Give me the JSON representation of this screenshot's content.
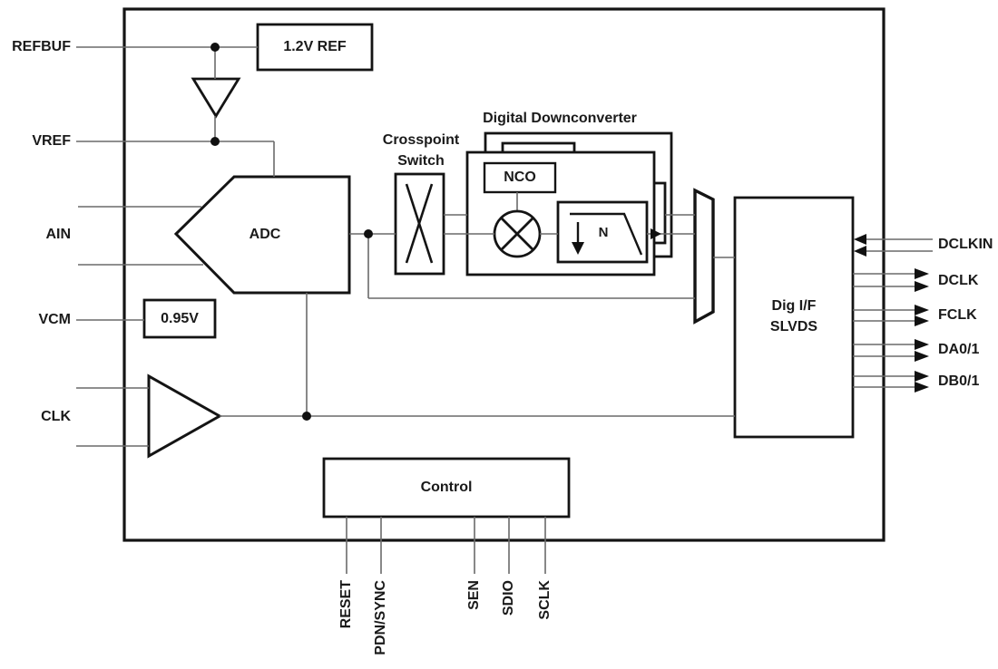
{
  "title": "ADC functional block diagram",
  "colors": {
    "background": "#ffffff",
    "block_stroke": "#141414",
    "wire": "#6a6a6a",
    "text": "#1a1a1a",
    "arrow_fill": "#111111"
  },
  "pins": {
    "left": [
      {
        "label": "REFBUF"
      },
      {
        "label": "VREF"
      },
      {
        "label": "AIN"
      },
      {
        "label": "VCM"
      },
      {
        "label": "CLK"
      }
    ],
    "right": [
      {
        "label": "DCLKIN",
        "direction": "input"
      },
      {
        "label": "DCLK",
        "direction": "output"
      },
      {
        "label": "FCLK",
        "direction": "output"
      },
      {
        "label": "DA0/1",
        "direction": "output"
      },
      {
        "label": "DB0/1",
        "direction": "output"
      }
    ],
    "bottom": [
      {
        "label": "RESET"
      },
      {
        "label": "PDN/SYNC"
      },
      {
        "label": "SEN"
      },
      {
        "label": "SDIO"
      },
      {
        "label": "SCLK"
      }
    ]
  },
  "blocks": {
    "ref_1v2": "1.2V REF",
    "adc": "ADC",
    "vcm_0v95": "0.95V",
    "crosspoint_line1": "Crosspoint",
    "crosspoint_line2": "Switch",
    "ddc_title": "Digital Downconverter",
    "nco": "NCO",
    "decimation_factor": "N",
    "dig_if_line1": "Dig I/F",
    "dig_if_line2": "SLVDS",
    "control": "Control"
  }
}
